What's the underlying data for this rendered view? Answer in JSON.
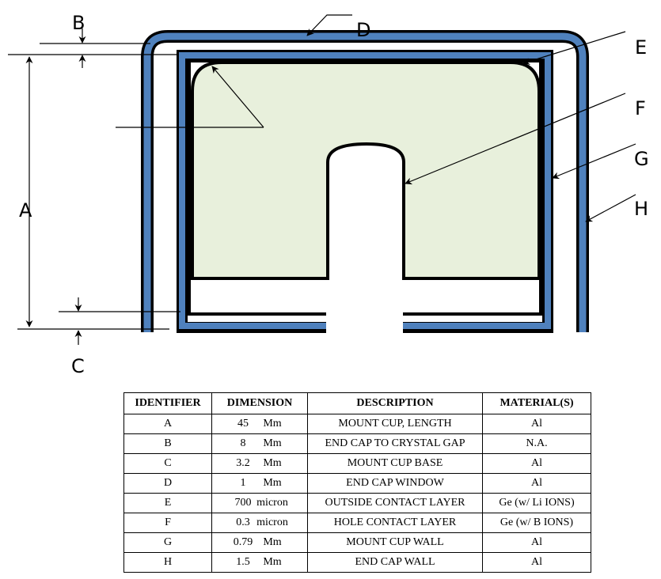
{
  "diagram": {
    "colors": {
      "metal": "#4f81bd",
      "crystal": "#e8f0dc",
      "outline": "#000000",
      "background": "#ffffff"
    },
    "labels": {
      "A": "A",
      "B": "B",
      "C": "C",
      "D": "D",
      "E": "E",
      "F": "F",
      "G": "G",
      "H": "H"
    }
  },
  "table": {
    "headers": {
      "identifier": "IDENTIFIER",
      "dimension": "DIMENSION",
      "description": "DESCRIPTION",
      "materials": "MATERIAL(S)"
    },
    "rows": [
      {
        "id": "A",
        "value": "45",
        "unit": "Mm",
        "description": "MOUNT CUP, LENGTH",
        "material": "Al"
      },
      {
        "id": "B",
        "value": "8",
        "unit": "Mm",
        "description": "END CAP TO CRYSTAL GAP",
        "material": "N.A."
      },
      {
        "id": "C",
        "value": "3.2",
        "unit": "Mm",
        "description": "MOUNT CUP BASE",
        "material": "Al"
      },
      {
        "id": "D",
        "value": "1",
        "unit": "Mm",
        "description": "END CAP WINDOW",
        "material": "Al"
      },
      {
        "id": "E",
        "value": "700",
        "unit": "micron",
        "description": "OUTSIDE CONTACT LAYER",
        "material": "Ge (w/ Li IONS)"
      },
      {
        "id": "F",
        "value": "0.3",
        "unit": "micron",
        "description": "HOLE CONTACT LAYER",
        "material": "Ge (w/ B IONS)"
      },
      {
        "id": "G",
        "value": "0.79",
        "unit": "Mm",
        "description": "MOUNT CUP WALL",
        "material": "Al"
      },
      {
        "id": "H",
        "value": "1.5",
        "unit": "Mm",
        "description": "END CAP WALL",
        "material": "Al"
      }
    ]
  }
}
